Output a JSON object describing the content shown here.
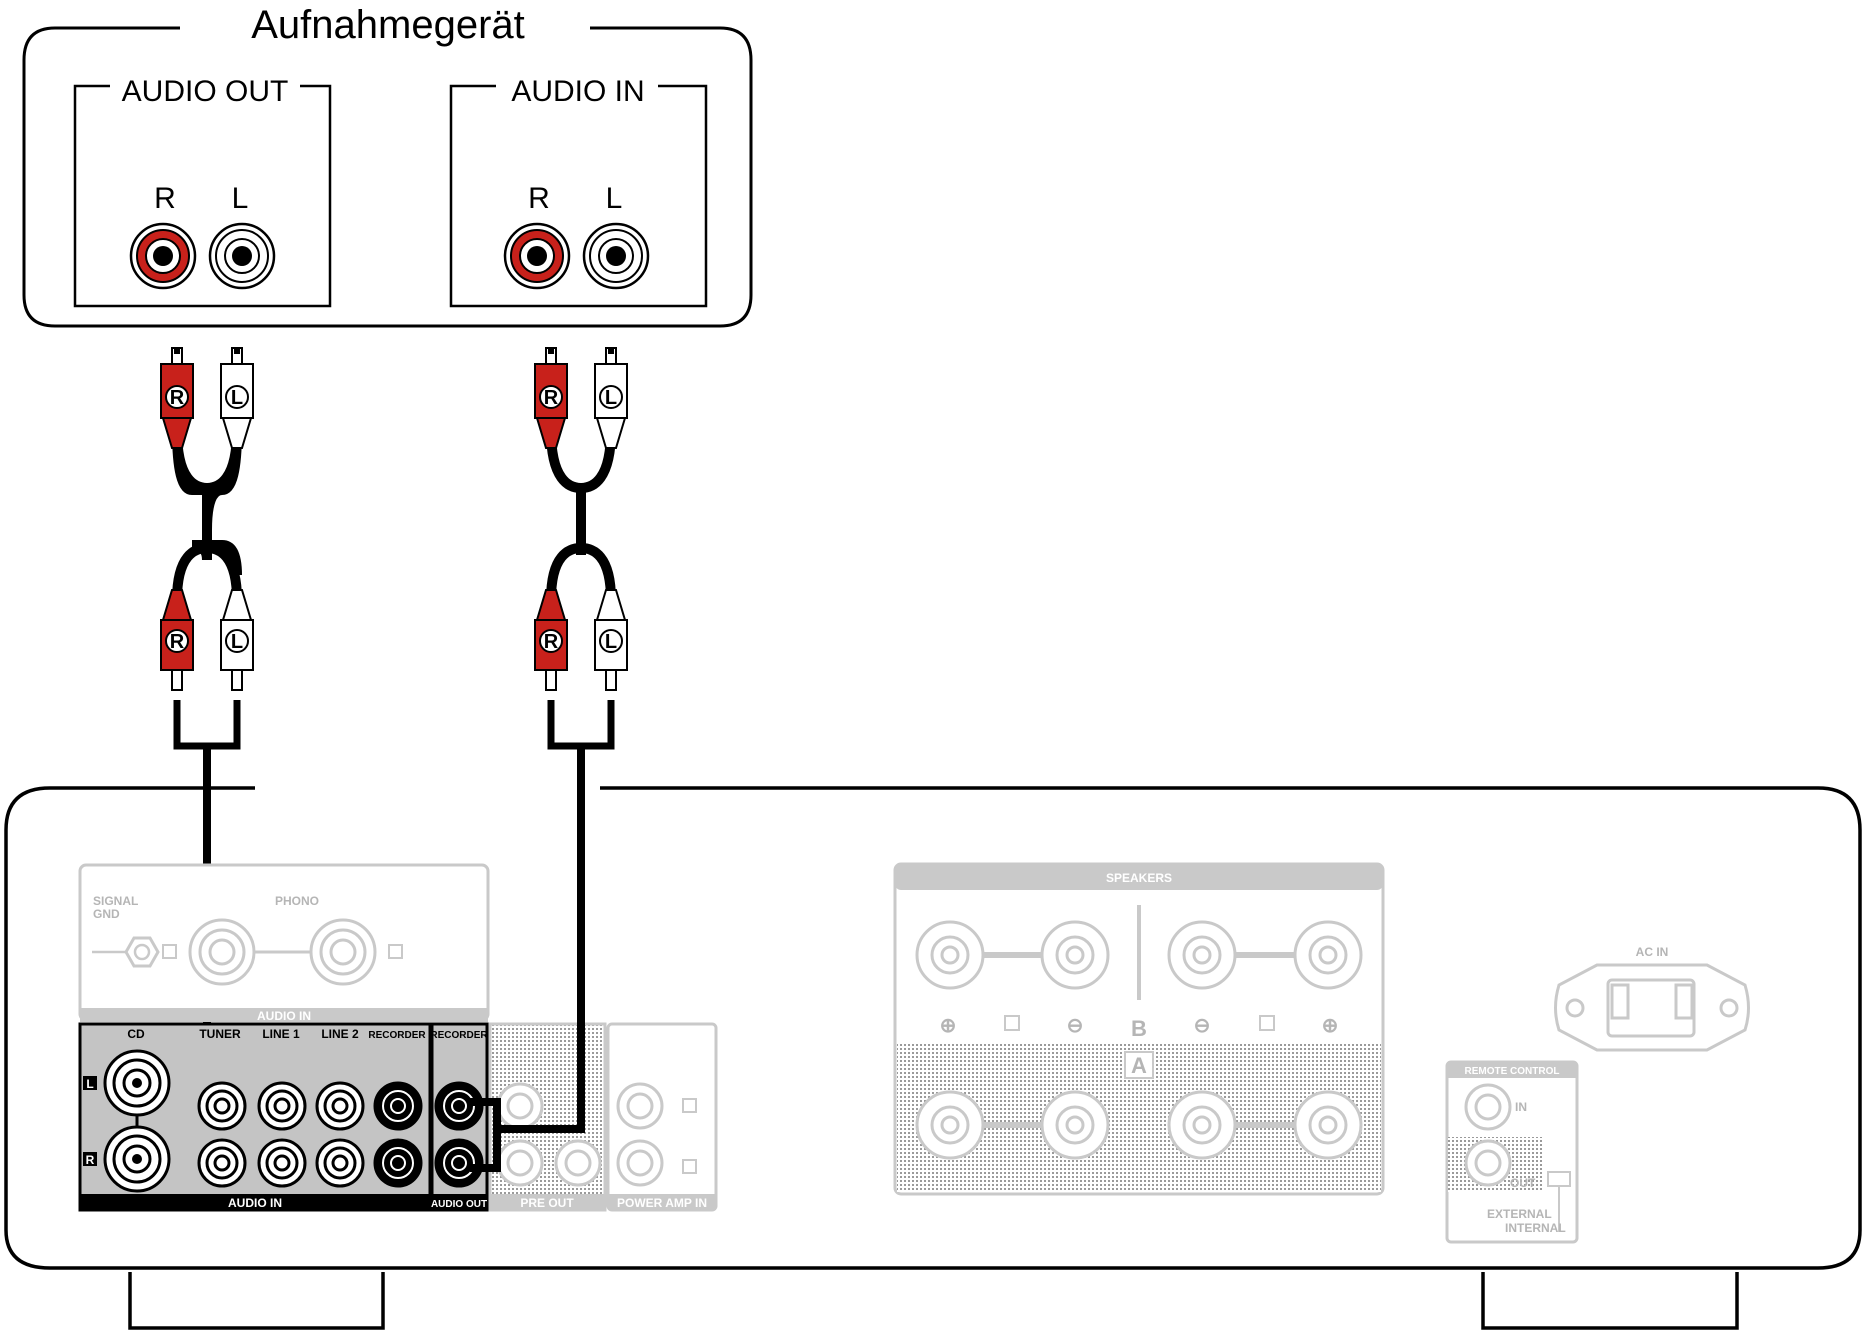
{
  "recorder": {
    "title": "Aufnahmegerät",
    "audio_out_label": "AUDIO OUT",
    "audio_in_label": "AUDIO IN",
    "r_label": "R",
    "l_label": "L"
  },
  "plugs": {
    "r": "R",
    "l": "L"
  },
  "amplifier": {
    "signal_gnd": "SIGNAL",
    "signal_gnd_2": "GND",
    "phono": "PHONO",
    "audio_in_top": "AUDIO IN",
    "cd": "CD",
    "tuner": "TUNER",
    "line1": "LINE 1",
    "line2": "LINE 2",
    "recorder_in": "RECORDER",
    "recorder_out": "RECORDER",
    "audio_in_bottom": "AUDIO IN",
    "audio_out_bottom": "AUDIO OUT",
    "pre_out": "PRE OUT",
    "power_amp_in": "POWER AMP IN",
    "speakers": "SPEAKERS",
    "speaker_b": "B",
    "speaker_a": "A",
    "ac_in": "AC IN",
    "remote_control": "REMOTE CONTROL",
    "remote_in": "IN",
    "remote_out": "OUT",
    "external": "EXTERNAL",
    "internal": "INTERNAL",
    "l_badge": "L",
    "r_badge": "R"
  },
  "colors": {
    "red_jack": "#c8211b",
    "cable": "#000000",
    "greyed": "#c9c9c9"
  }
}
